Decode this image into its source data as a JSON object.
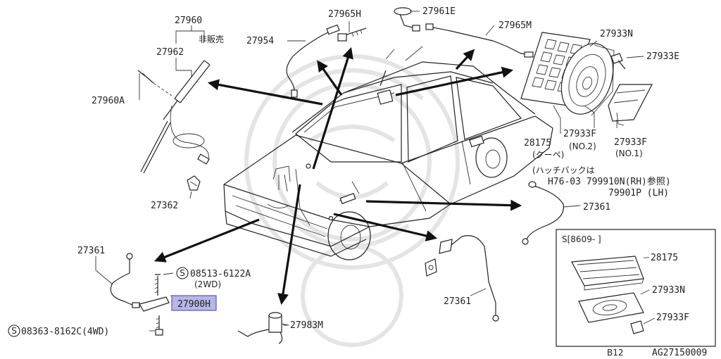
{
  "labels": {
    "p27960": "27960",
    "hanbai": "非販売",
    "p27962": "27962",
    "p27960A": "27960A",
    "p27954": "27954",
    "p27965H": "27965H",
    "p27961E": "27961E",
    "p27965M": "27965M",
    "p27933N_top": "27933N",
    "p27933E": "27933E",
    "p28175_top": "28175",
    "coupe": "(クーペ)",
    "p27933F_no2": "27933F",
    "no2": "(NO.2)",
    "p27933F_no1": "27933F",
    "no1": "(NO.1)",
    "hatch1": "(ハッチバックは",
    "hatch2": "H76-03 799910N(RH)参照)",
    "hatch3": "79901P (LH)",
    "p27362": "27362",
    "p27361_mid": "27361",
    "p27361_left": "27361",
    "bolt1": "08513-6122A",
    "wd2": "(2WD)",
    "p27900H": "27900H",
    "bolt2": "08363-8162C(4WD)",
    "p27983M": "27983M",
    "p27361_bottom": "27361",
    "inset_title": "S[8609-  ]",
    "inset_28175": "28175",
    "inset_27933N": "27933N",
    "inset_27933F": "27933F",
    "footer_code": "B12",
    "footer_ref": "AG27150009"
  }
}
